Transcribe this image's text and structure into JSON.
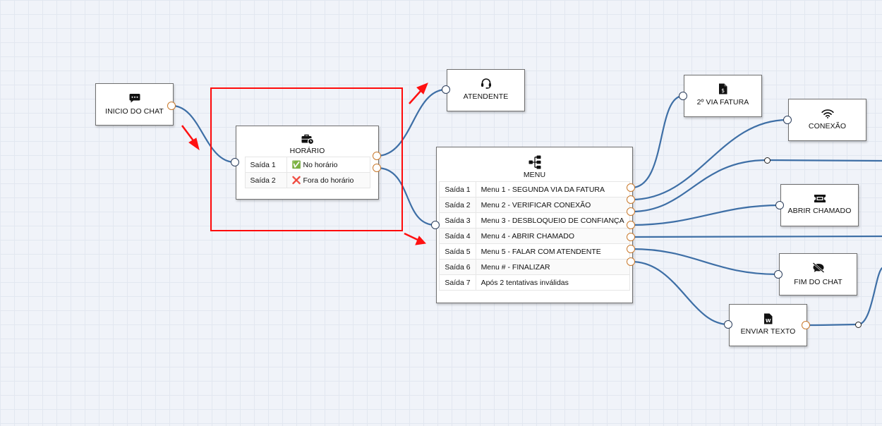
{
  "colors": {
    "wire": "#3e6fa6",
    "arrow": "#ff1111",
    "port_in": "#2c3e5c",
    "port_out": "#c9792c",
    "highlight": "#ff0a0a"
  },
  "nodes": {
    "inicio": {
      "title": "INICIO DO CHAT",
      "icon": "chat-bubble-icon"
    },
    "horario": {
      "title": "HORÁRIO",
      "icon": "briefcase-clock-icon",
      "rows": [
        {
          "label": "Saída 1",
          "value": "✅ No horário"
        },
        {
          "label": "Saída 2",
          "value": "❌ Fora do horário"
        }
      ]
    },
    "atendente": {
      "title": "ATENDENTE",
      "icon": "headset-icon"
    },
    "menu": {
      "title": "MENU",
      "icon": "sitemap-icon",
      "rows": [
        {
          "label": "Saída 1",
          "value": "Menu 1 - SEGUNDA VIA DA FATURA"
        },
        {
          "label": "Saída 2",
          "value": "Menu 2 - VERIFICAR CONEXÃO"
        },
        {
          "label": "Saída 3",
          "value": "Menu 3 - DESBLOQUEIO DE CONFIANÇA"
        },
        {
          "label": "Saída 4",
          "value": "Menu 4 - ABRIR CHAMADO"
        },
        {
          "label": "Saída 5",
          "value": "Menu 5 - FALAR COM ATENDENTE"
        },
        {
          "label": "Saída 6",
          "value": "Menu # - FINALIZAR"
        },
        {
          "label": "Saída 7",
          "value": "Após 2 tentativas inválidas"
        }
      ]
    },
    "fatura": {
      "title": "2º VIA FATURA",
      "icon": "invoice-icon"
    },
    "conexao": {
      "title": "CONEXÃO",
      "icon": "wifi-icon"
    },
    "chamado": {
      "title": "ABRIR CHAMADO",
      "icon": "ticket-icon"
    },
    "fim": {
      "title": "FIM DO CHAT",
      "icon": "chat-off-icon"
    },
    "texto": {
      "title": "ENVIAR TEXTO",
      "icon": "word-document-icon"
    }
  }
}
